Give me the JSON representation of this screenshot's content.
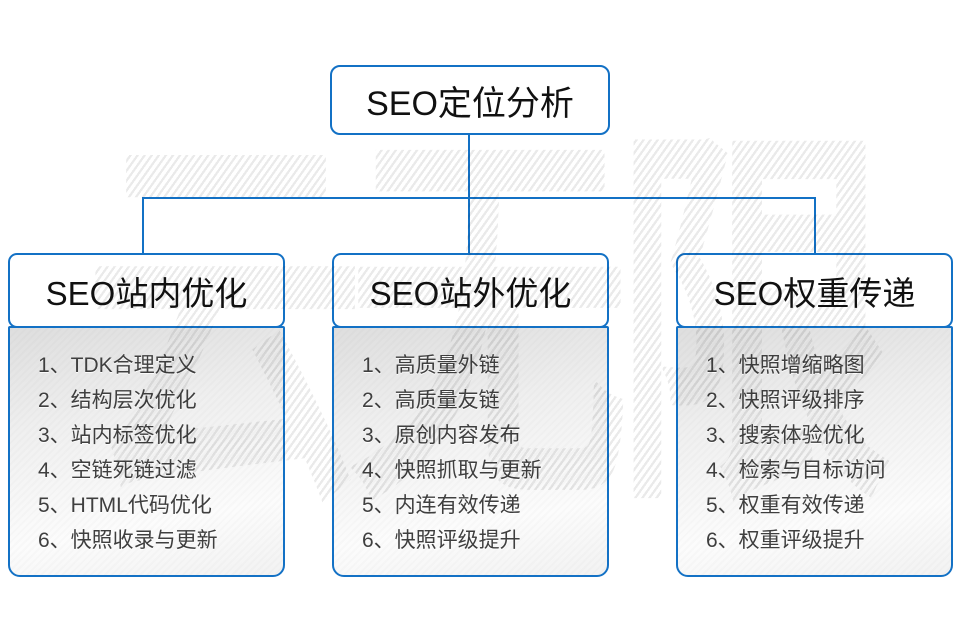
{
  "diagram_title": "SEO定位分析",
  "watermark_text": "云无限",
  "columns": [
    {
      "title": "SEO站内优化",
      "items": [
        "1、TDK合理定义",
        "2、结构层次优化",
        "3、站内标签优化",
        "4、空链死链过滤",
        "5、HTML代码优化",
        "6、快照收录与更新"
      ]
    },
    {
      "title": "SEO站外优化",
      "items": [
        "1、高质量外链",
        "2、高质量友链",
        "3、原创内容发布",
        "4、快照抓取与更新",
        "5、内连有效传递",
        "6、快照评级提升"
      ]
    },
    {
      "title": "SEO权重传递",
      "items": [
        "1、快照增缩略图",
        "2、快照评级排序",
        "3、搜索体验优化",
        "4、检索与目标访问",
        "5、权重有效传递",
        "6、权重评级提升"
      ]
    }
  ],
  "colors": {
    "accent_blue": "#1371c5",
    "header_text": "#111111",
    "list_text": "#3f3f3f",
    "watermark_gray": "#eaeaea"
  }
}
